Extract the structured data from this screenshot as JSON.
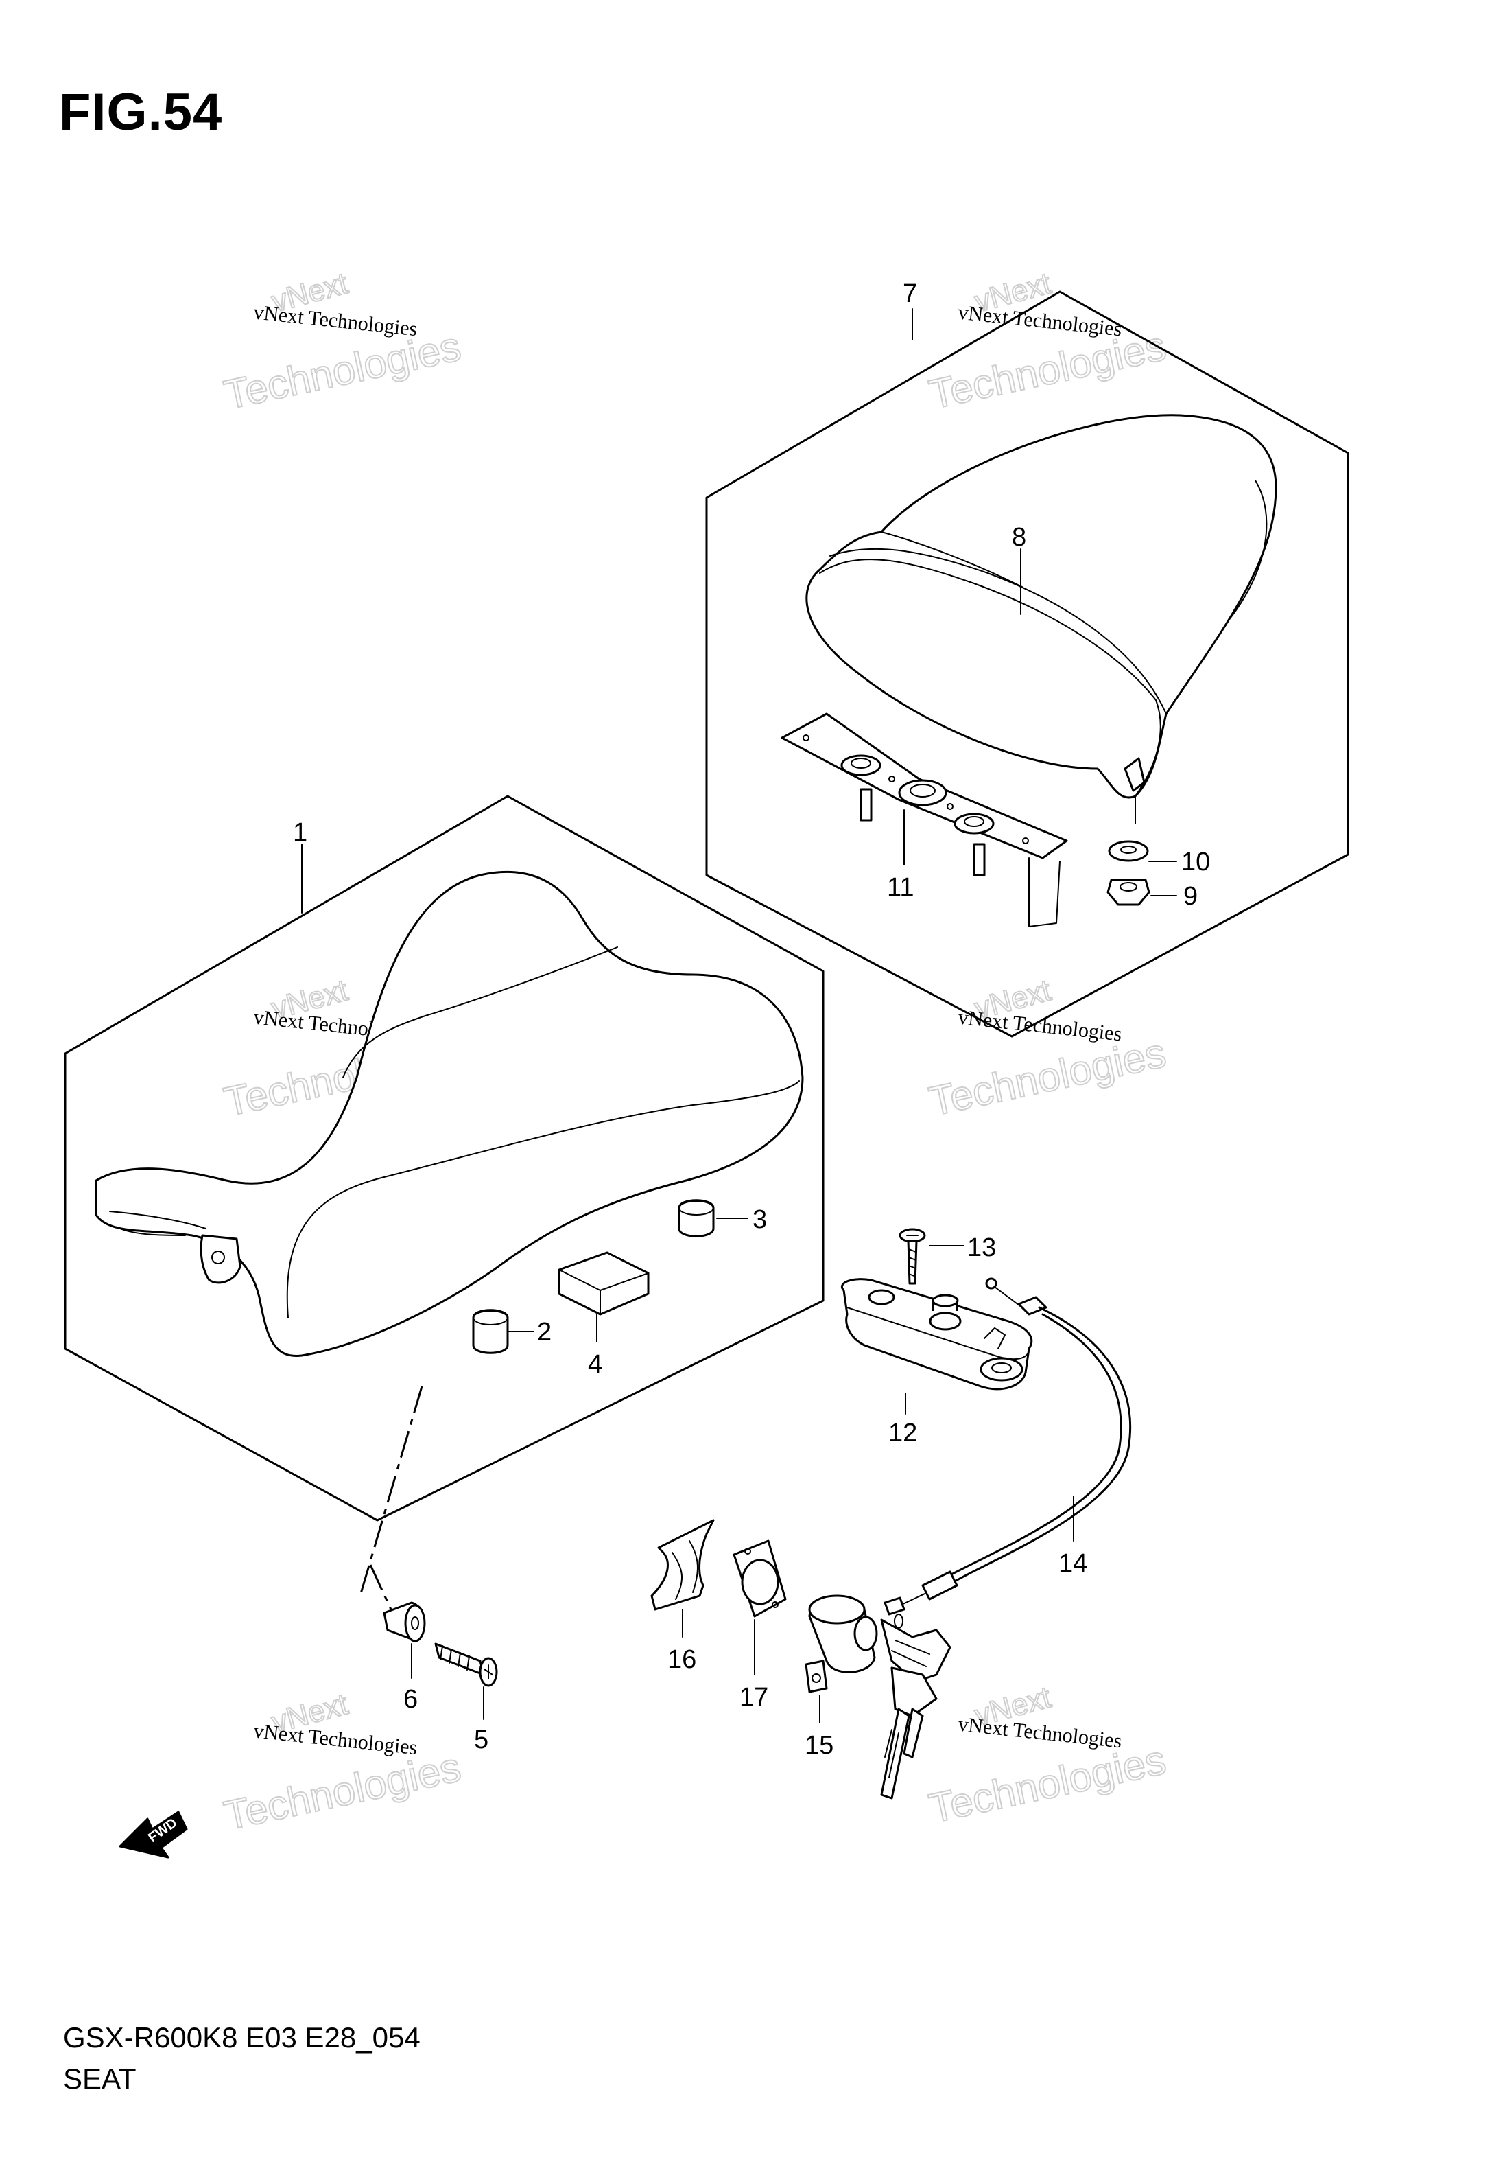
{
  "figure": {
    "title": "FIG.54",
    "code": "GSX-R600K8 E03 E28_054",
    "name": "SEAT"
  },
  "watermark": {
    "line1": "vNext Technologies",
    "line2": "Technologies",
    "line3": "vNext"
  },
  "direction_label": "FWD",
  "callouts": [
    {
      "number": "1"
    },
    {
      "number": "2"
    },
    {
      "number": "3"
    },
    {
      "number": "4"
    },
    {
      "number": "5"
    },
    {
      "number": "6"
    },
    {
      "number": "7"
    },
    {
      "number": "8"
    },
    {
      "number": "9"
    },
    {
      "number": "10"
    },
    {
      "number": "11"
    },
    {
      "number": "12"
    },
    {
      "number": "13"
    },
    {
      "number": "14"
    },
    {
      "number": "15"
    },
    {
      "number": "16"
    },
    {
      "number": "17"
    }
  ]
}
